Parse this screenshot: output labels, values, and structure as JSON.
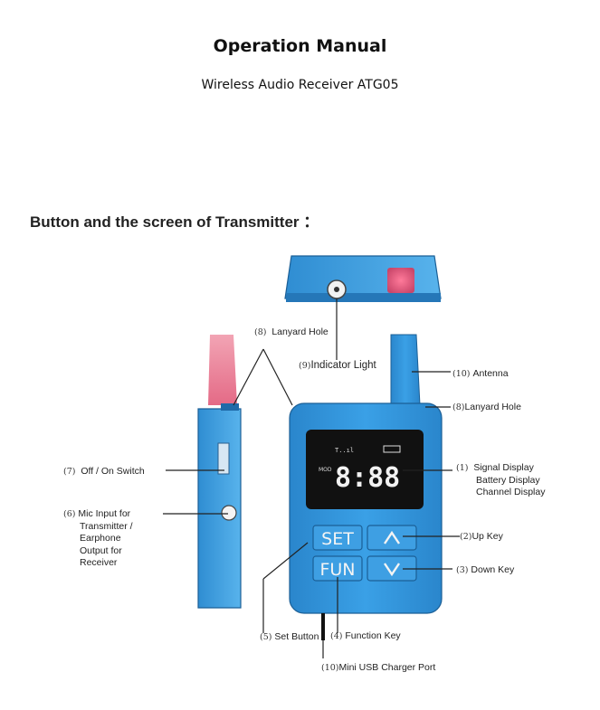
{
  "document": {
    "title": "Operation Manual",
    "subtitle": "Wireless Audio Receiver ATG05",
    "section_heading": "Button and the screen of Transmitter",
    "section_colon": "："
  },
  "device": {
    "colors": {
      "body": "#2e8fd6",
      "body_dark": "#1f74b4",
      "screen": "#111111",
      "led": "#e8557a",
      "key": "#3a9be0"
    },
    "keys": {
      "set": "SET",
      "fun": "FUN",
      "up": "∧",
      "down": "∨"
    },
    "display_digits": "8:88"
  },
  "callouts": {
    "lanyard_hole_top": {
      "num": "(8)",
      "text": "Lanyard Hole"
    },
    "indicator_light": {
      "num": "(9)",
      "text": "Indicator Light"
    },
    "antenna": {
      "num": "(10)",
      "text": "Antenna"
    },
    "lanyard_hole_right": {
      "num": "(8)",
      "text": "Lanyard Hole"
    },
    "signal_display": {
      "num": "(1)",
      "lines": [
        "Signal Display",
        "Battery Display",
        "Channel Display"
      ]
    },
    "up_key": {
      "num": "(2)",
      "text": "Up Key"
    },
    "down_key": {
      "num": "(3)",
      "text": "Down Key"
    },
    "off_on_switch": {
      "num": "(7)",
      "text": "Off / On Switch"
    },
    "mic_input": {
      "num": "(6)",
      "lines": [
        "Mic Input for",
        "Transmitter /",
        "Earphone",
        "Output for",
        "Receiver"
      ]
    },
    "set_button": {
      "num": "(5)",
      "text": "Set Button"
    },
    "function_key": {
      "num": "(4)",
      "text": "Function Key"
    },
    "usb_port": {
      "num": "(10)",
      "text": "Mini USB Charger Port"
    }
  }
}
